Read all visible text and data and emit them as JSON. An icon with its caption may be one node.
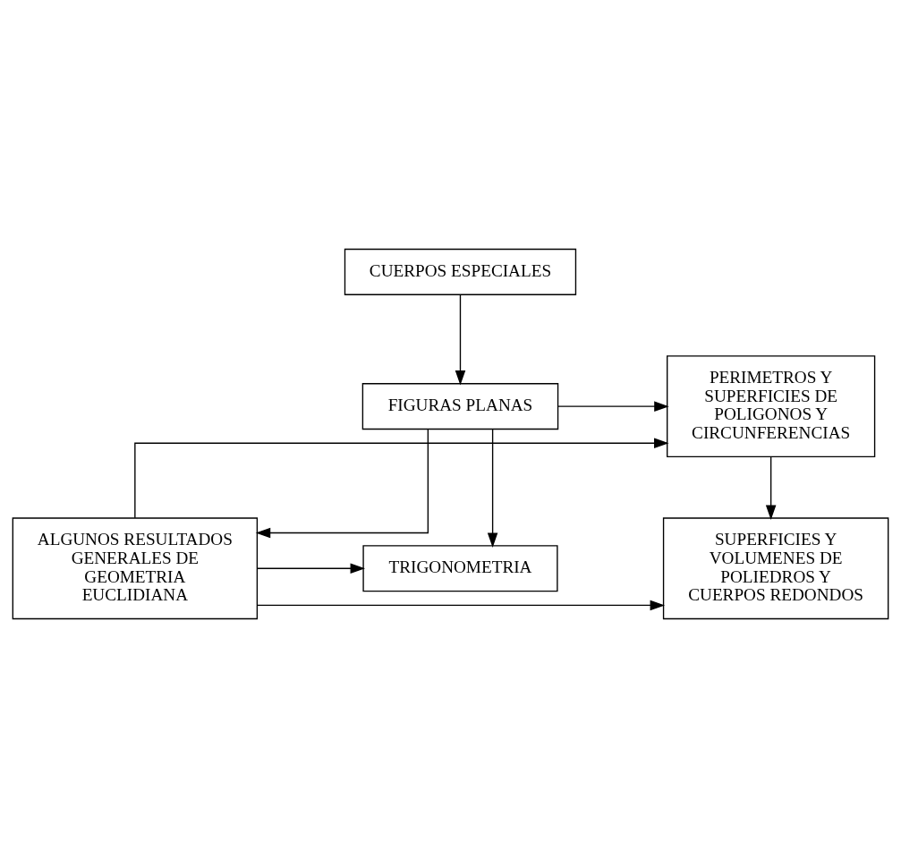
{
  "diagram": {
    "nodes": [
      {
        "text": [
          "CUERPOS ESPECIALES"
        ]
      },
      {
        "text": [
          "FIGURAS PLANAS"
        ]
      },
      {
        "text": [
          "PERIMETROS Y SUPERFICIES DE POLIGONOS Y CIRCUNFERENCIAS"
        ]
      },
      {
        "text": [
          "SUPERFICIES Y VOLUMENES DE POLIEDROS Y CUERPOS REDONDOS"
        ]
      },
      {
        "text": [
          "TRIGONOMETRIA"
        ]
      },
      {
        "text": [
          "ALGUNOS RESULTADOS GENERALES DE GEOMETRIA EUCLIDIANA"
        ]
      }
    ],
    "edges": [
      {
        "from": 0,
        "to": 1,
        "arrow": "to"
      },
      {
        "from": 1,
        "to": 2,
        "arrow": "to"
      },
      {
        "from": 1,
        "to": 4,
        "arrow": "to"
      },
      {
        "from": 1,
        "to": 5,
        "arrow": "to"
      },
      {
        "from": 2,
        "to": 3,
        "arrow": "to"
      },
      {
        "from": 5,
        "to": 3,
        "arrow": "to"
      },
      {
        "from": 5,
        "to": 4,
        "arrow": "to"
      },
      {
        "from": 5,
        "to": 2,
        "arrow": "to"
      }
    ]
  }
}
